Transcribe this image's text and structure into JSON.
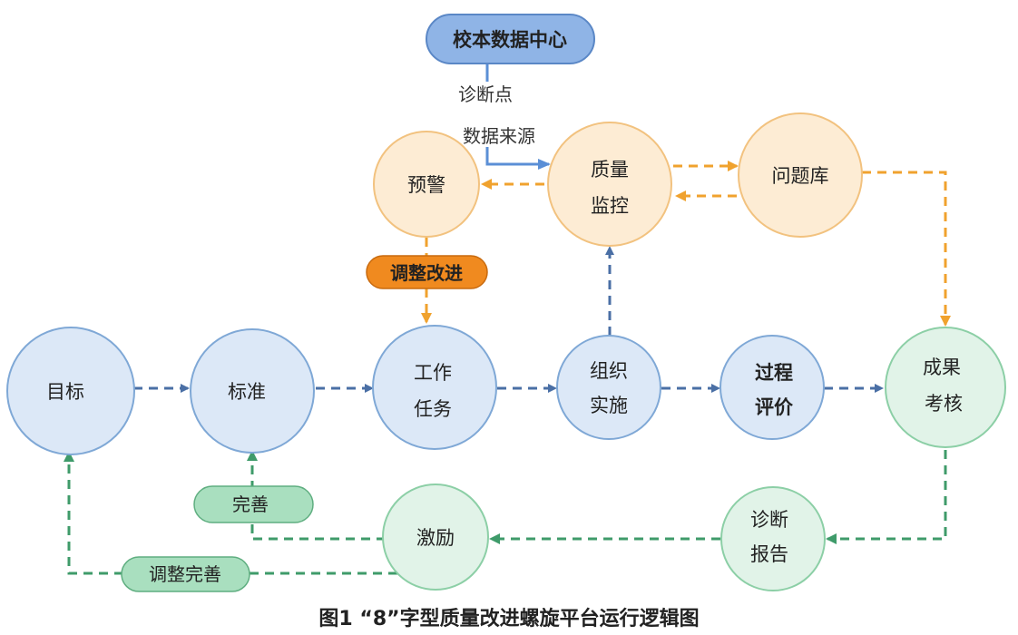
{
  "nodes": {
    "data_center": "校本数据中心",
    "warning": "预警",
    "quality_line1": "质量",
    "quality_line2": "监控",
    "problem_bank": "问题库",
    "goal": "目标",
    "standard": "标准",
    "work_line1": "工作",
    "work_line2": "任务",
    "organize_line1": "组织",
    "organize_line2": "实施",
    "process_line1": "过程",
    "process_line2": "评价",
    "result_line1": "成果",
    "result_line2": "考核",
    "incentive": "激励",
    "diagnosis_line1": "诊断",
    "diagnosis_line2": "报告"
  },
  "labels": {
    "diag_point": "诊断点",
    "data_source": "数据来源",
    "adjust_improve": "调整改进",
    "perfect": "完善",
    "adjust_perfect": "调整完善"
  },
  "caption": "图1 “8”字型质量改进螺旋平台运行逻辑图",
  "colors": {
    "blue_fill": "#dce8f7",
    "blue_stroke": "#7fa8d6",
    "blue_arrow": "#4a6fa5",
    "orange_fill": "#fdecd4",
    "orange_stroke": "#f2c27f",
    "orange_arrow": "#f0a22e",
    "orange_pill": "#f08a1f",
    "green_fill": "#e1f3e8",
    "green_stroke": "#8ccfa6",
    "green_arrow": "#3f9b6a",
    "green_pill": "#a9dfbf",
    "center_fill": "#8fb4e6",
    "center_stroke": "#5a87c6"
  }
}
